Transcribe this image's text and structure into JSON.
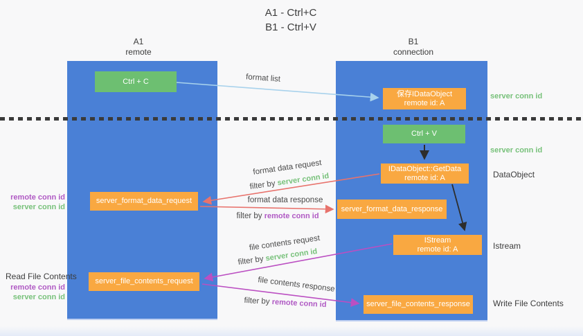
{
  "title": {
    "line1": "A1 - Ctrl+C",
    "line2": "B1 - Ctrl+V"
  },
  "lanes": {
    "left": {
      "header_line1": "A1",
      "header_line2": "remote"
    },
    "right": {
      "header_line1": "B1",
      "header_line2": "connection"
    }
  },
  "boxes": {
    "ctrl_c": {
      "label": "Ctrl + C"
    },
    "save_idataobject": {
      "line1": "保存IDataObject",
      "line2": "remote id: A"
    },
    "ctrl_v": {
      "label": "Ctrl + V"
    },
    "getdata": {
      "line1": "IDataObject::GetData",
      "line2": "remote id: A"
    },
    "format_request": {
      "label": "server_format_data_request"
    },
    "format_response": {
      "label": "server_format_data_response"
    },
    "istream": {
      "line1": "IStream",
      "line2": "remote id: A"
    },
    "file_request": {
      "label": "server_file_contents_request"
    },
    "file_response": {
      "label": "server_file_contents_response"
    }
  },
  "side_labels": {
    "server_conn_id_top": "server conn id",
    "server_conn_id_mid": "server conn id",
    "dataobject": "DataObject",
    "istream": "Istream",
    "write_file_contents": "Write File Contents",
    "read_file_contents": "Read File Contents",
    "remote_conn_id_format": "remote conn id",
    "server_conn_id_format": "server conn id",
    "remote_conn_id_file": "remote conn id",
    "server_conn_id_file": "server conn id"
  },
  "arrow_labels": {
    "format_list": "format list",
    "format_data_request": "format data request",
    "format_data_response": "format data response",
    "file_contents_request": "file contents request",
    "file_contents_response": "file contents response"
  },
  "filters": {
    "format_request": {
      "prefix": "filter by ",
      "value": "server conn id"
    },
    "format_response": {
      "prefix": "filter by ",
      "value": "remote conn id"
    },
    "file_request": {
      "prefix": "filter by ",
      "value": "server conn id"
    },
    "file_response": {
      "prefix": "filter by ",
      "value": "remote conn id"
    }
  },
  "colors": {
    "lane_blue": "#4a80d6",
    "box_orange": "#f9a841",
    "box_green": "#6dbf71",
    "text_green": "#77c17a",
    "text_purple": "#b05ac4",
    "arrow_light_blue": "#a8d2ec",
    "arrow_red": "#e8736d",
    "arrow_magenta": "#bb4fc2",
    "arrow_black": "#2d2d2d",
    "dotted_line": "#3a3a3a",
    "background": "#f8f8f9"
  }
}
